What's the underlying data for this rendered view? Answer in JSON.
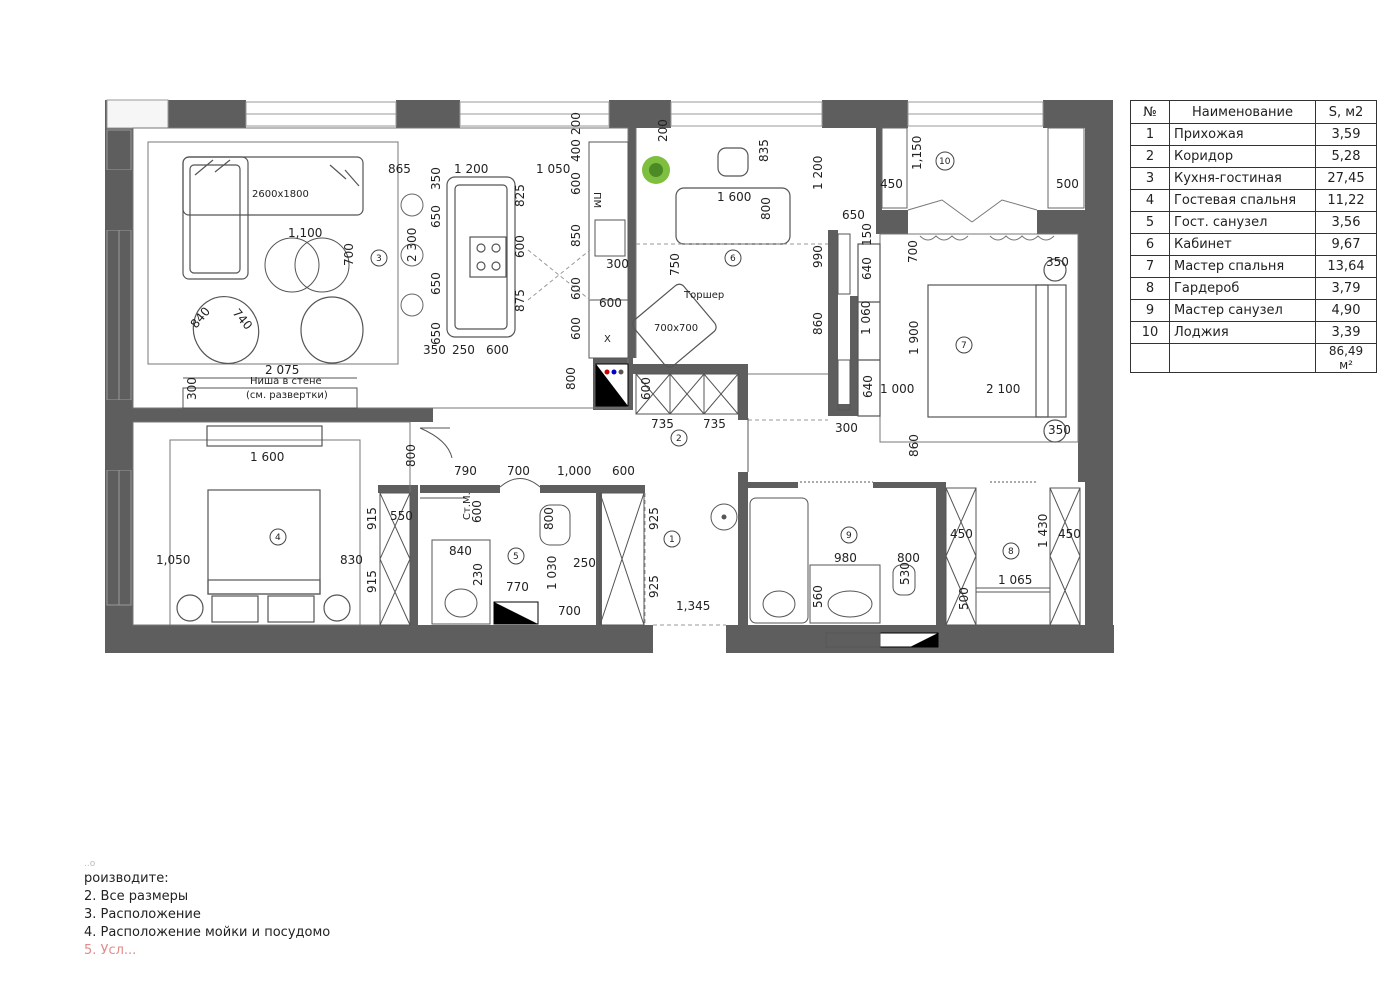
{
  "table": {
    "headers": [
      "№",
      "Наименование",
      "S, м2"
    ],
    "rows": [
      {
        "n": "1",
        "name": "Прихожая",
        "area": "3,59"
      },
      {
        "n": "2",
        "name": "Коридор",
        "area": "5,28"
      },
      {
        "n": "3",
        "name": "Кухня-гостиная",
        "area": "27,45"
      },
      {
        "n": "4",
        "name": "Гостевая спальня",
        "area": "11,22"
      },
      {
        "n": "5",
        "name": "Гост. санузел",
        "area": "3,56"
      },
      {
        "n": "6",
        "name": "Кабинет",
        "area": "9,67"
      },
      {
        "n": "7",
        "name": "Мастер спальня",
        "area": "13,64"
      },
      {
        "n": "8",
        "name": "Гардероб",
        "area": "3,79"
      },
      {
        "n": "9",
        "name": "Мастер санузел",
        "area": "4,90"
      },
      {
        "n": "10",
        "name": "Лоджия",
        "area": "3,39"
      }
    ],
    "total": "86,49 м²"
  },
  "labels": {
    "sofa": "2600x1800",
    "niche_1": "Ниша в стене",
    "niche_2": "(см. развертки)",
    "lamp": "Торшер",
    "chair": "700x700",
    "pm": "ПМ",
    "x": "X",
    "wardrobe": "Ст.М."
  },
  "room_numbers": [
    "1",
    "2",
    "3",
    "4",
    "5",
    "6",
    "7",
    "8",
    "9",
    "10"
  ],
  "dimensions": [
    "865",
    "1 200",
    "1 050",
    "350",
    "825",
    "1,100",
    "700",
    "650",
    "2 300",
    "600",
    "650",
    "875",
    "650",
    "350",
    "250",
    "600",
    "840",
    "740",
    "2 075",
    "300",
    "200",
    "400",
    "600",
    "850",
    "600",
    "600",
    "300",
    "600",
    "800",
    "200",
    "835",
    "1 600",
    "800",
    "1 200",
    "750",
    "990",
    "650",
    "600",
    "735",
    "735",
    "450",
    "1,150",
    "500",
    "150",
    "640",
    "700",
    "350",
    "1 060",
    "860",
    "1 900",
    "640",
    "1 000",
    "2 100",
    "300",
    "350",
    "860",
    "1 600",
    "800",
    "790",
    "700",
    "1,000",
    "600",
    "915",
    "550",
    "600",
    "800",
    "925",
    "1,050",
    "830",
    "915",
    "840",
    "230",
    "770",
    "1 030",
    "250",
    "700",
    "925",
    "1,345",
    "980",
    "800",
    "530",
    "560",
    "450",
    "1 430",
    "450",
    "1 065",
    "500"
  ],
  "notes": [
    "..о",
    "роизводите:",
    "2. Все размеры",
    "3. Расположение",
    "4. Расположение мойки и посудомо",
    "5. Усл..."
  ]
}
